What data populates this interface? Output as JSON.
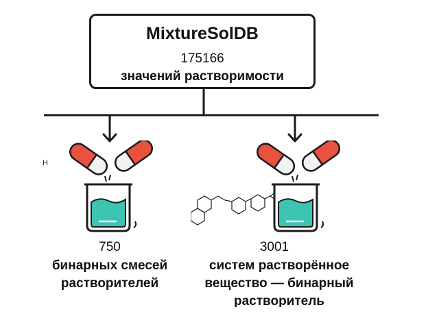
{
  "root": {
    "title": "MixtureSolDB",
    "count": "175166",
    "label": "значений растворимости"
  },
  "children": [
    {
      "count": "750",
      "label": "бинарных смесей растворителей",
      "icon": "solvent-mixing-icon"
    },
    {
      "count": "3001",
      "label": "систем растворённое вещество — бинарный растворитель",
      "icon": "solute-mixing-icon"
    }
  ],
  "colors": {
    "stroke": "#1a1a1a",
    "capsule_red": "#e8523f",
    "capsule_white": "#f2f2f2",
    "liquid": "#3cc4b2",
    "beaker": "#b9c5d3"
  },
  "edge_text": "H"
}
